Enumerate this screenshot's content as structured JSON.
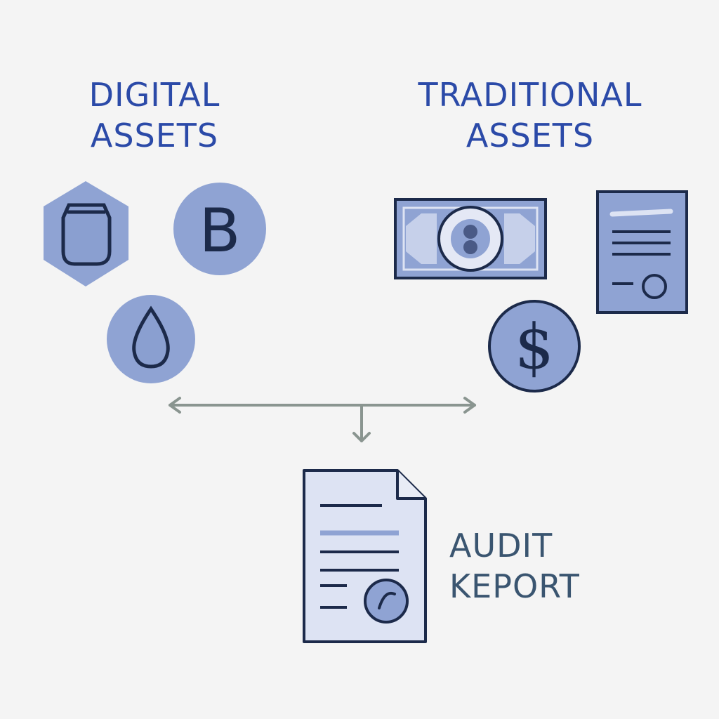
{
  "colors": {
    "background": "#f4f4f4",
    "heading_blue": "#2b4aa8",
    "report_text": "#3a5570",
    "icon_fill": "#8fa3d3",
    "icon_light": "#dde3f3",
    "icon_stroke": "#1c2a4a",
    "connector": "#8a9590"
  },
  "digital": {
    "line1": "DIGITAL",
    "line2": "ASSETS"
  },
  "traditional": {
    "line1": "TRADITIONAL",
    "line2": "ASSETS"
  },
  "report": {
    "line1": "AUDIT",
    "line2": "KEPORT"
  },
  "icons": {
    "bitcoin_glyph": "B",
    "dollar_glyph": "$"
  }
}
